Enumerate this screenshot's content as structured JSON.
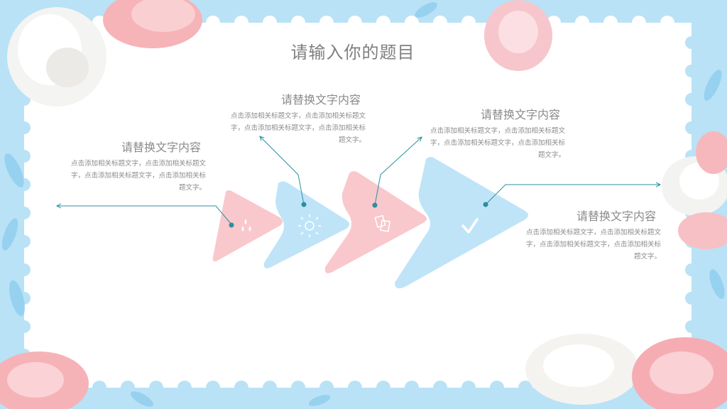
{
  "slide": {
    "title": "请输入你的题目",
    "items": [
      {
        "heading": "请替换文字内容",
        "lines": [
          "点击添加相关标题文字，点击添加相关标题文",
          "字，点击添加相关标题文字，点击添加相关标",
          "题文字。"
        ],
        "icon": "water-drops-icon"
      },
      {
        "heading": "请替换文字内容",
        "lines": [
          "点击添加相关标题文字，点击添加相关标题文",
          "字，点击添加相关标题文字，点击添加相关标",
          "题文字。"
        ],
        "icon": "sun-icon"
      },
      {
        "heading": "请替换文字内容",
        "lines": [
          "点击添加相关标题文字，点击添加相关标题文",
          "字，点击添加相关标题文字，点击添加相关标",
          "题文字。"
        ],
        "icon": "documents-icon"
      },
      {
        "heading": "请替换文字内容",
        "lines": [
          "点击添加相关标题文字，点击添加相关标题文",
          "字，点击添加相关标题文字，点击添加相关标",
          "题文字。"
        ],
        "icon": "checkmark-icon"
      }
    ]
  },
  "colors": {
    "pink": "#f9c8cc",
    "blue": "#bfe4f8",
    "connector": "#2a8fa0",
    "frame": "#aee0f6",
    "text": "#8a8a8a"
  }
}
